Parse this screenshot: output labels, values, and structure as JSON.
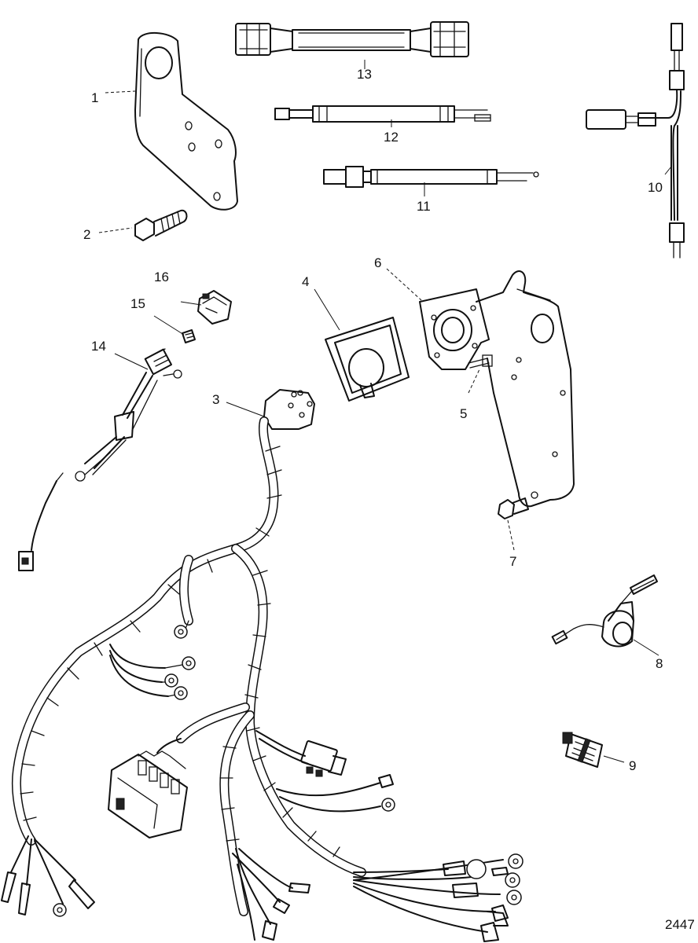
{
  "callouts": {
    "c1": "1",
    "c2": "2",
    "c3": "3",
    "c4": "4",
    "c5": "5",
    "c6": "6",
    "c7": "7",
    "c8": "8",
    "c9": "9",
    "c10": "10",
    "c11": "11",
    "c12": "12",
    "c13": "13",
    "c14": "14",
    "c15": "15",
    "c16": "16"
  },
  "figure_id": "2447"
}
